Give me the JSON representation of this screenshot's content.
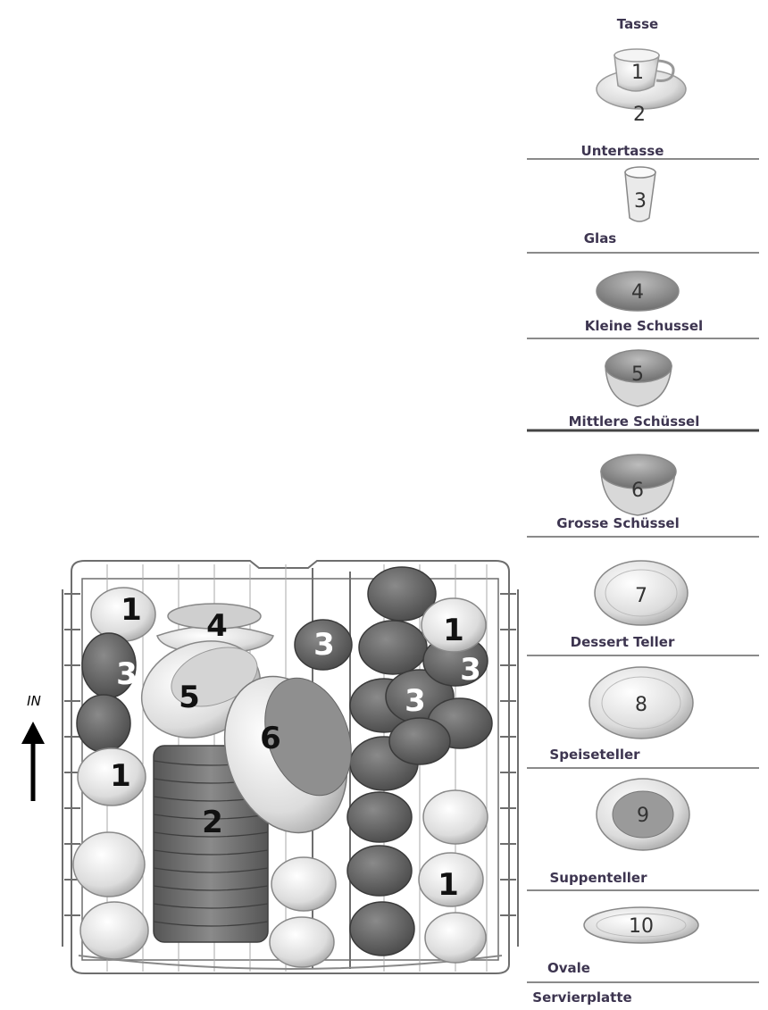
{
  "legend": {
    "items": [
      {
        "num": "1",
        "label": "Tasse"
      },
      {
        "num": "2",
        "label": "Untertasse"
      },
      {
        "num": "3",
        "label": "Glas"
      },
      {
        "num": "4",
        "label": "Kleine Schussel"
      },
      {
        "num": "5",
        "label": "Mittlere Schüssel"
      },
      {
        "num": "6",
        "label": "Grosse Schüssel"
      },
      {
        "num": "7",
        "label": "Dessert Teller"
      },
      {
        "num": "8",
        "label": "Speiseteller"
      },
      {
        "num": "9",
        "label": "Suppenteller"
      },
      {
        "num": "10",
        "label": "Ovale"
      }
    ],
    "last_label_line2": "Servierplatte"
  },
  "rack": {
    "direction_label": "IN",
    "numbers": [
      "1",
      "4",
      "3",
      "5",
      "6",
      "3",
      "1",
      "2",
      "1",
      "3",
      "3",
      "1"
    ]
  },
  "colors": {
    "line": "#888888",
    "label": "#3d3550",
    "glass": "#5e5e5e",
    "porcelain": "#e6e6e6"
  }
}
